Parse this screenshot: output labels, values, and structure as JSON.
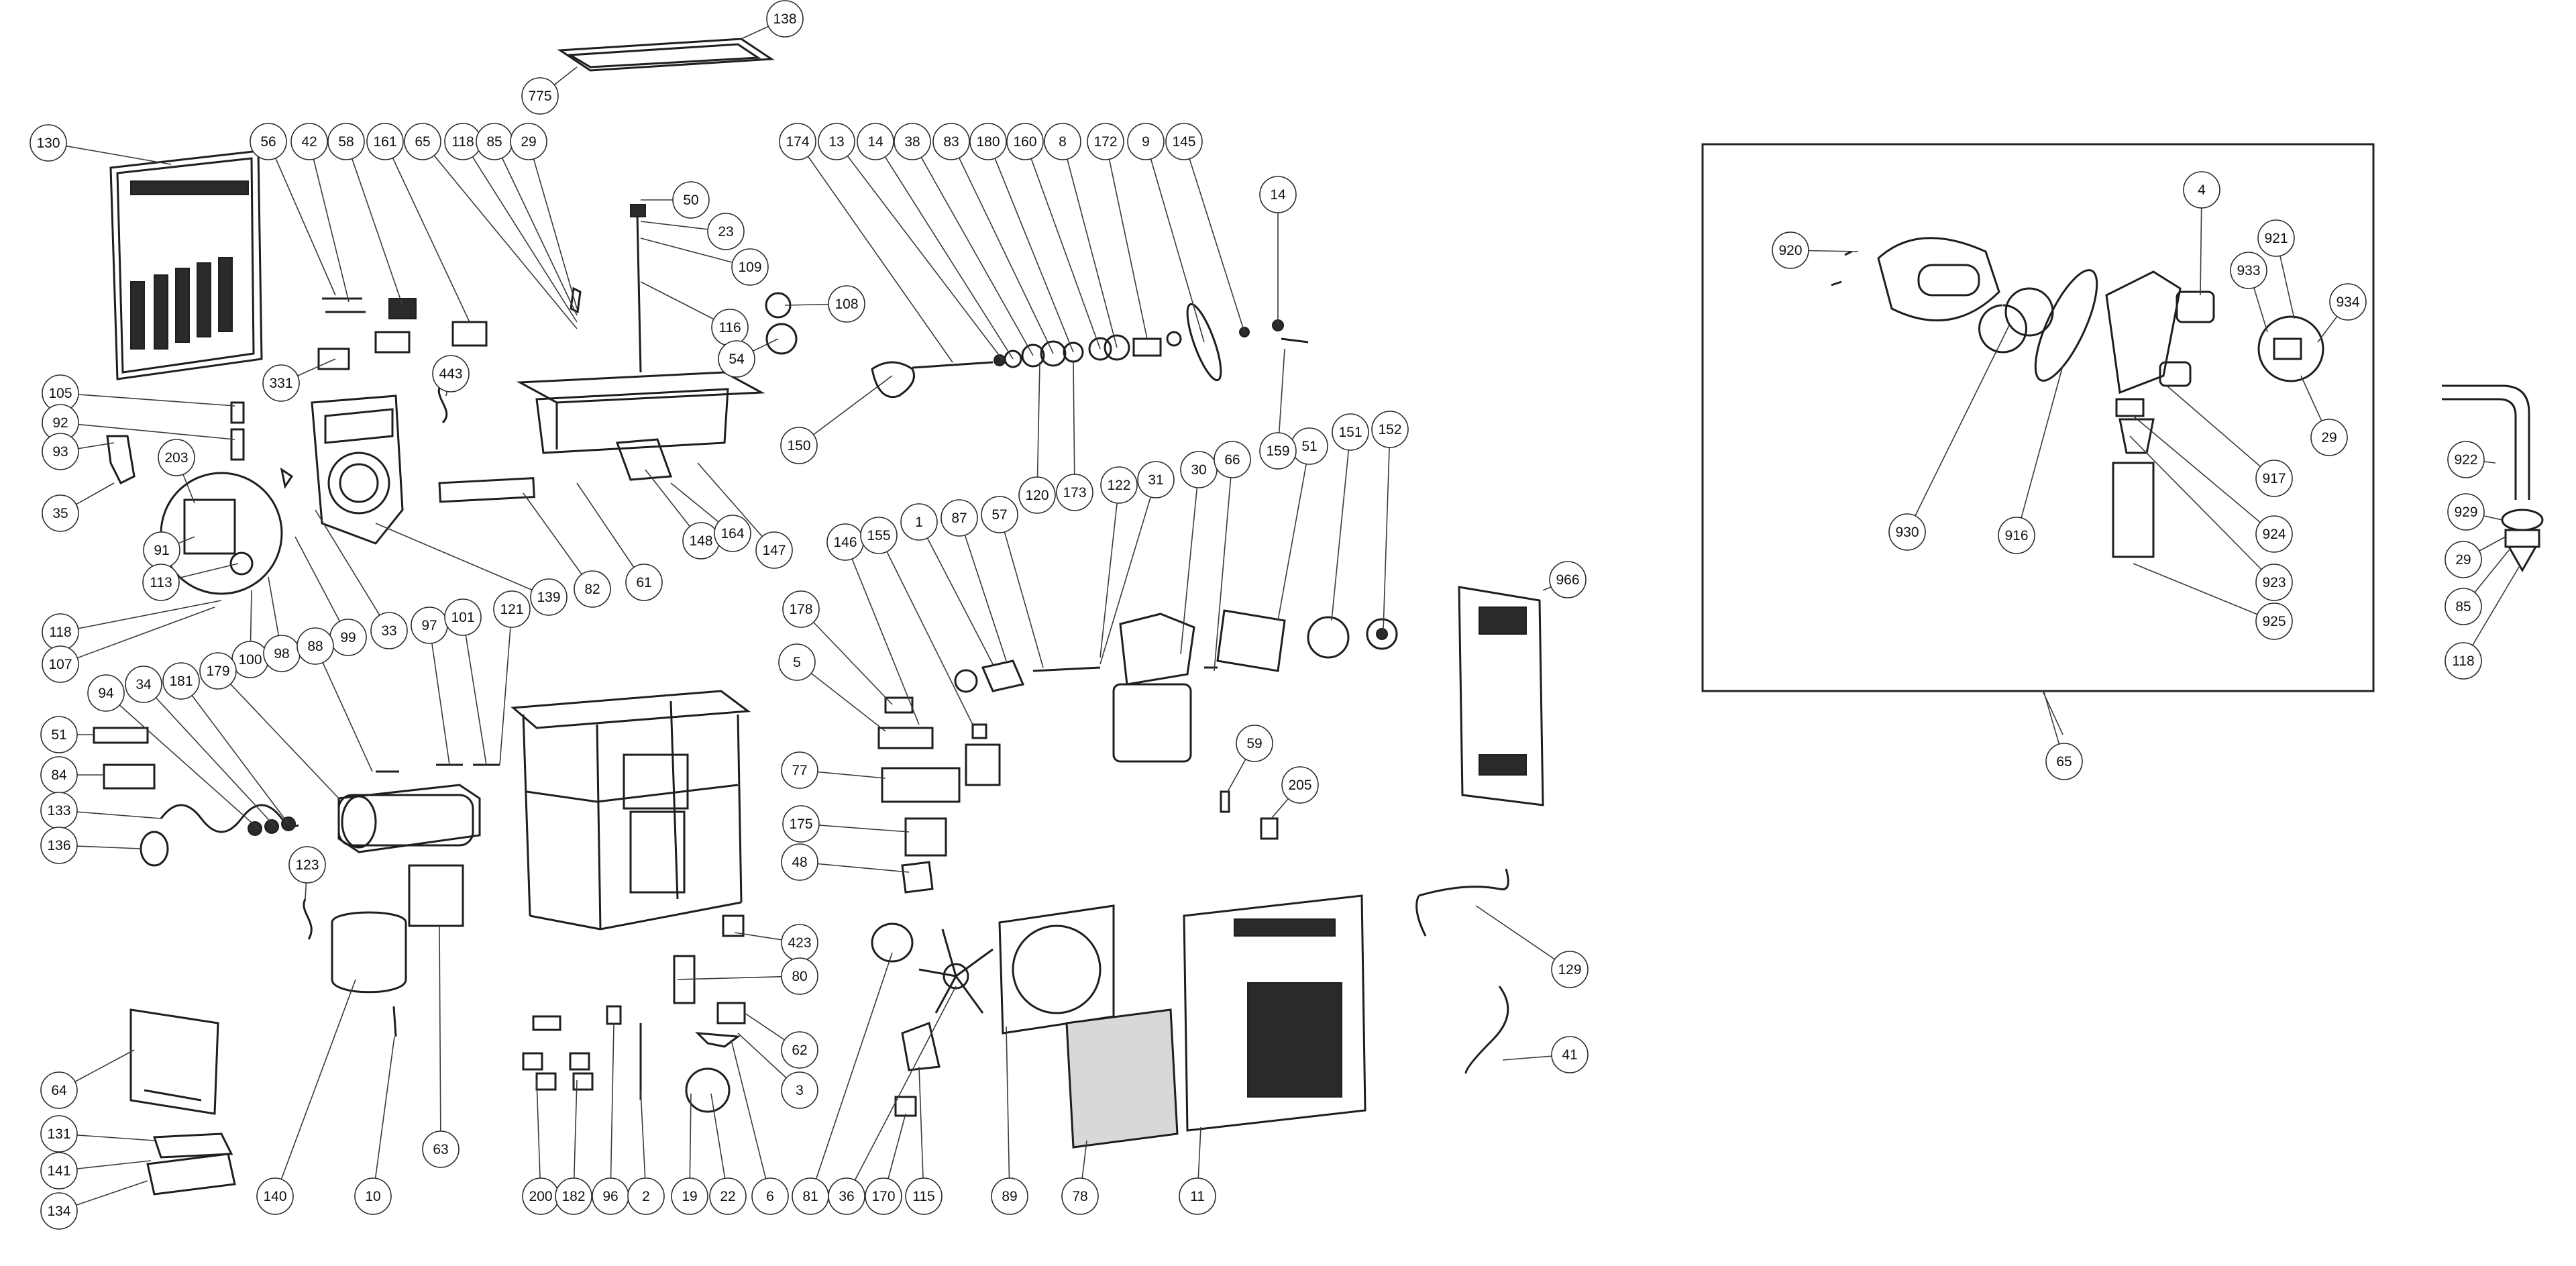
{
  "diagram": {
    "type": "exploded-parts-view",
    "callouts": [
      "138",
      "775",
      "130",
      "56",
      "42",
      "58",
      "161",
      "65",
      "118",
      "85",
      "29",
      "50",
      "23",
      "109",
      "116",
      "54",
      "108",
      "174",
      "13",
      "14",
      "38",
      "83",
      "180",
      "160",
      "8",
      "172",
      "9",
      "145",
      "14",
      "331",
      "443",
      "105",
      "92",
      "93",
      "35",
      "203",
      "91",
      "113",
      "118",
      "107",
      "100",
      "98",
      "99",
      "33",
      "139",
      "82",
      "61",
      "148",
      "164",
      "147",
      "150",
      "120",
      "173",
      "122",
      "31",
      "30",
      "66",
      "51",
      "151",
      "152",
      "159",
      "146",
      "155",
      "1",
      "87",
      "57",
      "178",
      "5",
      "77",
      "175",
      "48",
      "59",
      "205",
      "966",
      "94",
      "34",
      "181",
      "179",
      "88",
      "97",
      "101",
      "121",
      "51",
      "84",
      "133",
      "136",
      "123",
      "423",
      "80",
      "62",
      "3",
      "64",
      "131",
      "141",
      "134",
      "140",
      "10",
      "63",
      "200",
      "182",
      "96",
      "2",
      "19",
      "22",
      "6",
      "81",
      "36",
      "170",
      "115",
      "89",
      "78",
      "11",
      "129",
      "41",
      "4",
      "920",
      "921",
      "933",
      "934",
      "29",
      "930",
      "916",
      "917",
      "924",
      "923",
      "925",
      "922",
      "929",
      "29",
      "85",
      "118",
      "65",
      "120"
    ]
  }
}
